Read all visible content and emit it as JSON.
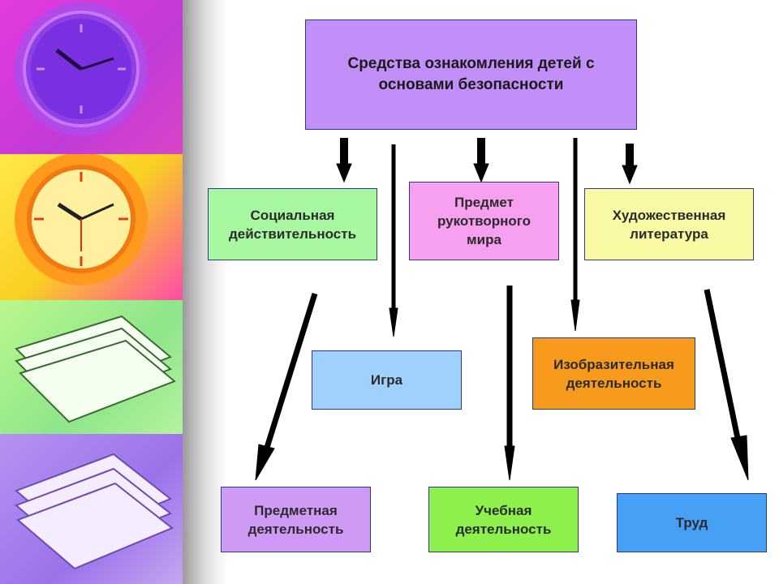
{
  "diagram": {
    "root": {
      "label": "Средства ознакомления детей с\nосновами безопасности",
      "color": "#c28ef8"
    },
    "nodes": [
      {
        "id": "social",
        "label": "Социальная\nдействительность",
        "color": "#a8f8a2"
      },
      {
        "id": "manmade",
        "label": "Предмет\nрукотворного\nмира",
        "color": "#f8a0f0"
      },
      {
        "id": "fiction",
        "label": "Художественная\nлитература",
        "color": "#fafaa4"
      },
      {
        "id": "game",
        "label": "Игра",
        "color": "#a0d0fc"
      },
      {
        "id": "visual",
        "label": "Изобразительная\nдеятельность",
        "color": "#f89b1c"
      },
      {
        "id": "objective",
        "label": "Предметная\nдеятельность",
        "color": "#cf9af6"
      },
      {
        "id": "study",
        "label": "Учебная\nдеятельность",
        "color": "#8ef04c"
      },
      {
        "id": "labor",
        "label": "Труд",
        "color": "#46a0f6"
      }
    ],
    "edges": [
      {
        "from": "root",
        "to": "social"
      },
      {
        "from": "root",
        "to": "game"
      },
      {
        "from": "root",
        "to": "manmade"
      },
      {
        "from": "root",
        "to": "visual"
      },
      {
        "from": "root",
        "to": "fiction"
      },
      {
        "from": "social",
        "to": "objective"
      },
      {
        "from": "manmade",
        "to": "study"
      },
      {
        "from": "fiction",
        "to": "labor"
      }
    ]
  }
}
